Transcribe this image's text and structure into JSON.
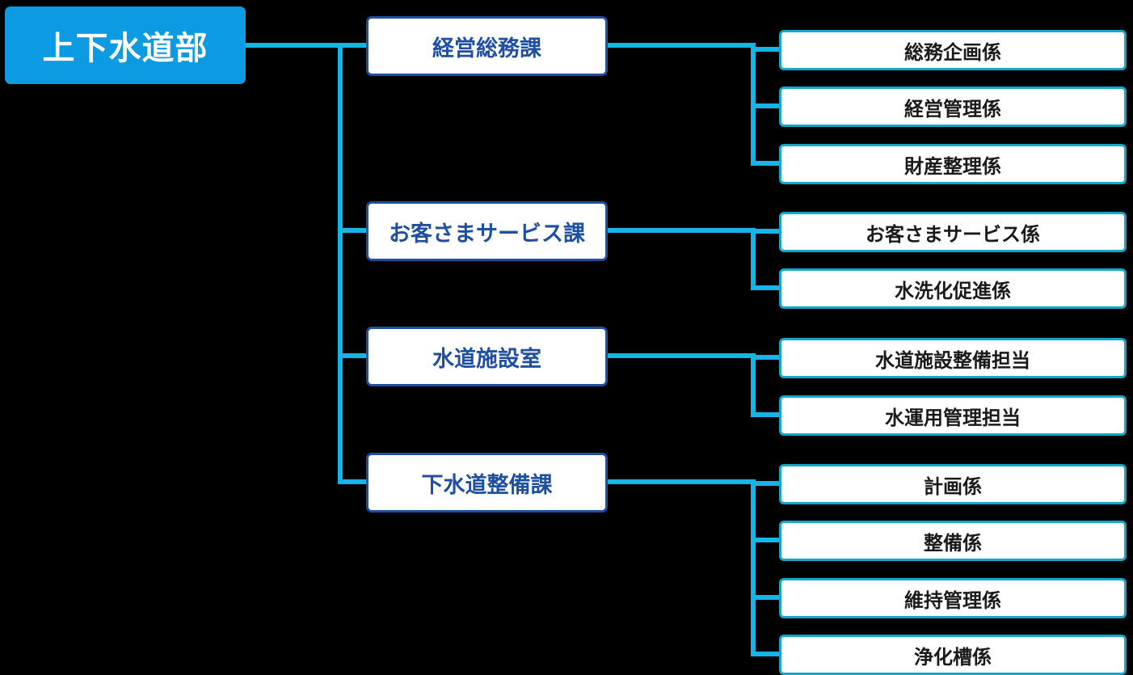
{
  "colors": {
    "background": "#000000",
    "root_fill": "#0c9be3",
    "connector": "#16b4e8",
    "section_border": "#1e4fa0",
    "unit_border": "#12a9c8"
  },
  "org": {
    "root": "上下水道部",
    "sections": [
      {
        "name": "経営総務課",
        "units": [
          "総務企画係",
          "経営管理係",
          "財産整理係"
        ]
      },
      {
        "name": "お客さまサービス課",
        "units": [
          "お客さまサービス係",
          "水洗化促進係"
        ]
      },
      {
        "name": "水道施設室",
        "units": [
          "水道施設整備担当",
          "水運用管理担当"
        ]
      },
      {
        "name": "下水道整備課",
        "units": [
          "計画係",
          "整備係",
          "維持管理係",
          "浄化槽係"
        ]
      }
    ]
  }
}
